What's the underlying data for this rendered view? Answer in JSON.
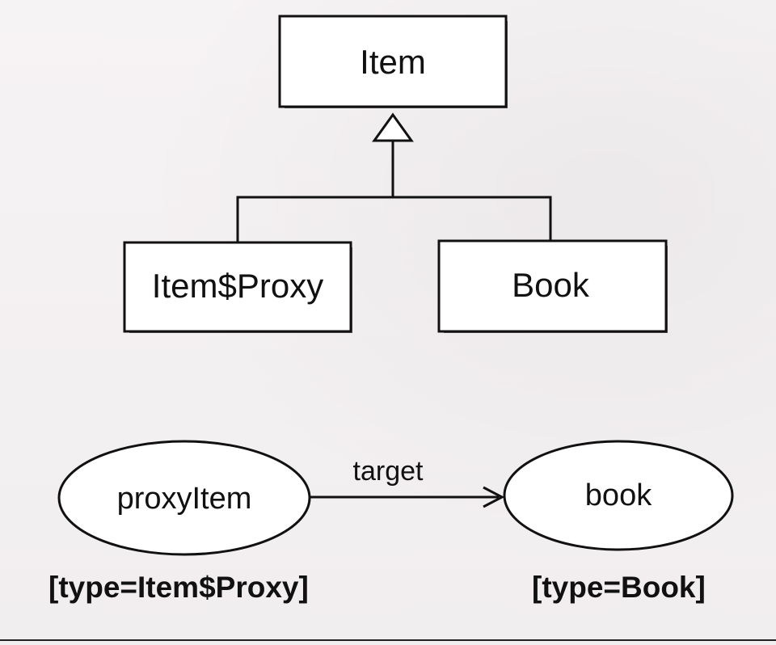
{
  "diagram": {
    "classes": {
      "parent": "Item",
      "proxy_child": "Item$Proxy",
      "book_child": "Book"
    },
    "objects": {
      "proxy_instance": "proxyItem",
      "target_instance": "book",
      "reference_label": "target",
      "proxy_type": "[type=Item$Proxy]",
      "book_type": "[type=Book]"
    }
  }
}
